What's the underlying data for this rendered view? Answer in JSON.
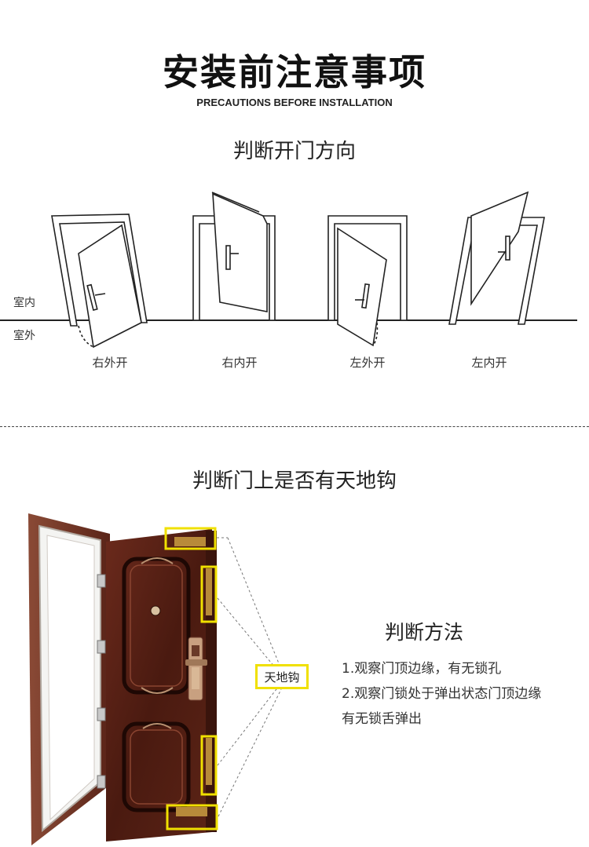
{
  "header": {
    "title": "安装前注意事项",
    "subtitle": "PRECAUTIONS BEFORE INSTALLATION"
  },
  "section1": {
    "title": "判断开门方向",
    "indoor_label": "室内",
    "outdoor_label": "室外",
    "doors": [
      {
        "label": "右外开"
      },
      {
        "label": "右内开"
      },
      {
        "label": "左外开"
      },
      {
        "label": "左内开"
      }
    ]
  },
  "section2": {
    "title": "判断门上是否有天地钩",
    "hook_tag": "天地钩",
    "method_title": "判断方法",
    "methods": [
      "1.观察门顶边缘，有无锁孔",
      "2.观察门锁处于弹出状态门顶边缘",
      "有无锁舌弹出"
    ]
  },
  "colors": {
    "highlight": "#f0e000",
    "door_wood": "#5a2418",
    "frame_wood": "#7a3a2a"
  }
}
